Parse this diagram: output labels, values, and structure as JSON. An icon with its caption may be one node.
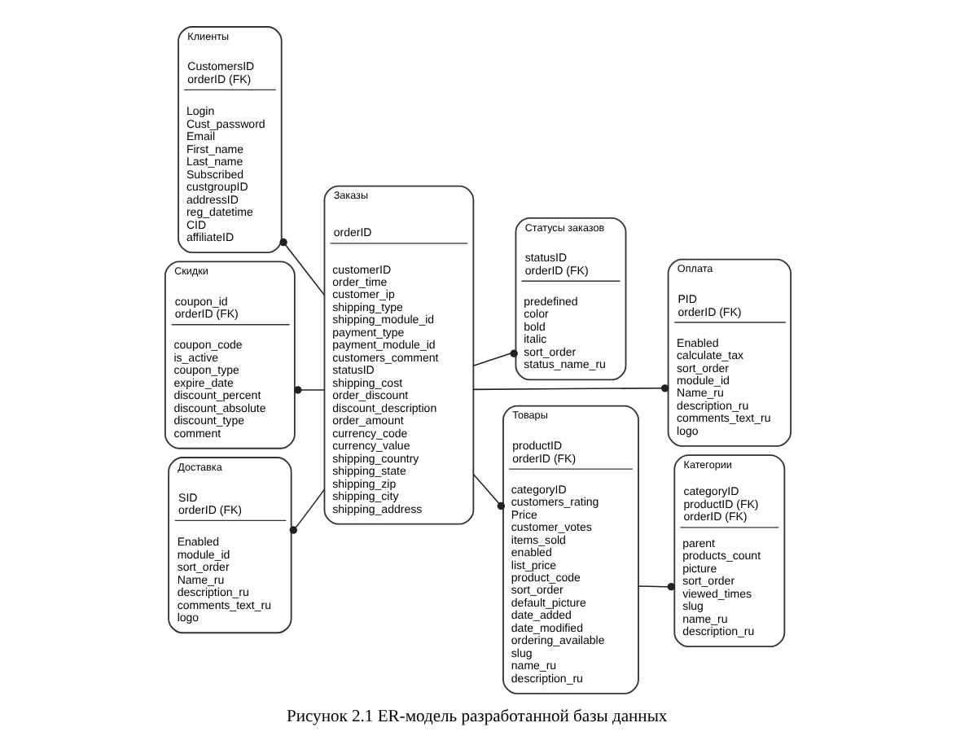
{
  "diagram": {
    "caption": "Рисунок 2.1 ER-модель разработанной базы данных",
    "nodes": [
      {
        "text": [
          "Клиенты"
        ]
      },
      {
        "text": [
          "CustomersID",
          "orderID (FK)"
        ],
        "in": 0
      },
      {
        "text": [
          "Login",
          "Cust_password",
          "Email",
          "First_name",
          "Last_name",
          "Subscribed",
          "custgroupID",
          "addressID",
          "reg_datetime",
          "CID",
          "affiliateID"
        ],
        "in": 0
      },
      {
        "text": [
          "Заказы"
        ]
      },
      {
        "text": [
          "orderID"
        ],
        "in": 3
      },
      {
        "text": [
          "customerID",
          "order_time",
          "customer_ip",
          "shipping_type",
          "shipping_module_id",
          "payment_type",
          "payment_module_id",
          "customers_comment",
          "statusID",
          "shipping_cost",
          "order_discount",
          "discount_description",
          "order_amount",
          "currency_code",
          "currency_value",
          "shipping_country",
          "shipping_state",
          "shipping_zip",
          "shipping_city",
          "shipping_address"
        ],
        "in": 3
      },
      {
        "text": [
          "Статусы заказов"
        ]
      },
      {
        "text": [
          "statusID",
          "orderID (FK)"
        ],
        "in": 6
      },
      {
        "text": [
          "predefined",
          "color",
          "bold",
          "italic",
          "sort_order",
          "status_name_ru"
        ],
        "in": 6
      },
      {
        "text": [
          "Оплата"
        ]
      },
      {
        "text": [
          "PID",
          "orderID (FK)"
        ],
        "in": 9
      },
      {
        "text": [
          "Enabled",
          "calculate_tax",
          "sort_order",
          "module_id",
          "Name_ru",
          "description_ru",
          "comments_text_ru",
          "logo"
        ],
        "in": 9
      },
      {
        "text": [
          "Скидки"
        ]
      },
      {
        "text": [
          "coupon_id",
          "orderID (FK)"
        ],
        "in": 12
      },
      {
        "text": [
          "coupon_code",
          "is_active",
          "coupon_type",
          "expire_date",
          "discount_percent",
          "discount_absolute",
          "discount_type",
          "comment"
        ],
        "in": 12
      },
      {
        "text": [
          "Товары"
        ]
      },
      {
        "text": [
          "productID",
          "orderID (FK)"
        ],
        "in": 15
      },
      {
        "text": [
          "categoryID",
          "customers_rating",
          "Price",
          "customer_votes",
          "items_sold",
          "enabled",
          "list_price",
          "product_code",
          "sort_order",
          "default_picture",
          "date_added",
          "date_modified",
          "ordering_available",
          "slug",
          "name_ru",
          "description_ru"
        ],
        "in": 15
      },
      {
        "text": [
          "Категории"
        ]
      },
      {
        "text": [
          "categoryID",
          "productID (FK)",
          "orderID (FK)"
        ],
        "in": 18
      },
      {
        "text": [
          "parent",
          "products_count",
          "picture",
          "sort_order",
          "viewed_times",
          "slug",
          "name_ru",
          "description_ru"
        ],
        "in": 18
      },
      {
        "text": [
          "Доставка"
        ]
      },
      {
        "text": [
          "SID",
          "orderID (FK)"
        ],
        "in": 21
      },
      {
        "text": [
          "Enabled",
          "module_id",
          "sort_order",
          "Name_ru",
          "description_ru",
          "comments_text_ru",
          "logo"
        ],
        "in": 21
      }
    ],
    "edges": [
      {
        "from": 0,
        "to": 3,
        "arrow": "other"
      },
      {
        "from": 3,
        "to": 6,
        "arrow": "other"
      },
      {
        "from": 3,
        "to": 9,
        "arrow": "other"
      },
      {
        "from": 12,
        "to": 3,
        "arrow": "other"
      },
      {
        "from": 3,
        "to": 15,
        "arrow": "other"
      },
      {
        "from": 15,
        "to": 18,
        "arrow": "other"
      },
      {
        "from": 21,
        "to": 3,
        "arrow": "other"
      }
    ]
  }
}
